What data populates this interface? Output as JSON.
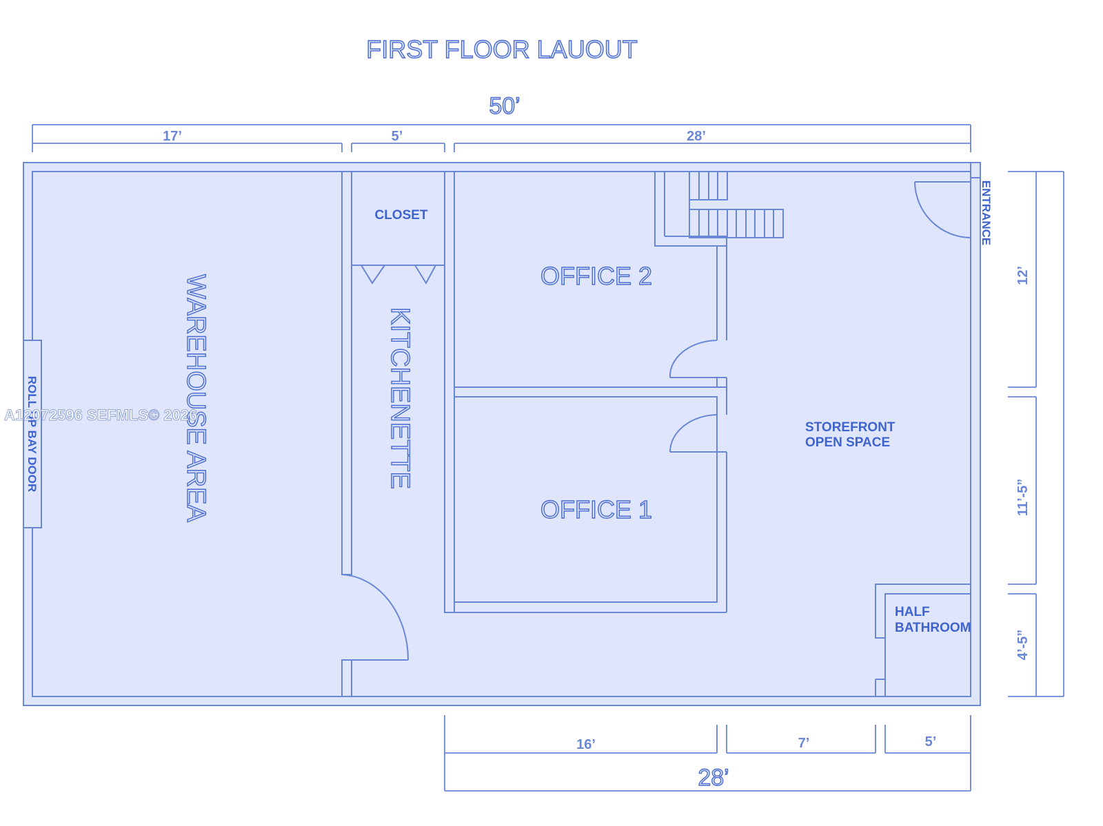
{
  "title": "FIRST FLOOR LAUOUT",
  "rooms": {
    "warehouse": "WAREHOUSE AREA",
    "kitchenette": "KITCHENETTE",
    "closet": "CLOSET",
    "office2": "OFFICE 2",
    "office1": "OFFICE 1",
    "storefront_line1": "STOREFRONT",
    "storefront_line2": "OPEN SPACE",
    "half_bath_line1": "HALF",
    "half_bath_line2": "BATHROOM",
    "entrance": "ENTRANCE",
    "roll_up_door": "ROLL UP BAY DOOR"
  },
  "dimensions": {
    "top_total": "50’",
    "top_seg1": "17’",
    "top_seg2": "5’",
    "top_seg3": "28’",
    "right_seg1": "12’",
    "right_seg2": "11’-5”",
    "right_seg3": "4’-5”",
    "bottom_seg1": "16’",
    "bottom_seg2": "7’",
    "bottom_seg3": "5’",
    "bottom_total": "28’"
  },
  "watermark": "A12072596   SEFMLS© 2026",
  "colors": {
    "fill": "#dfe6fb",
    "line": "#6a86d6",
    "text": "#3f63cf"
  }
}
